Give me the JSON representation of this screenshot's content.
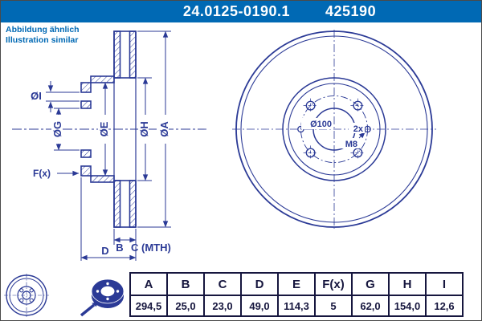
{
  "colors": {
    "header_bg": "#0069b4",
    "drawing_ink": "#2b3a96",
    "table_ink": "#16163e"
  },
  "header": {
    "part_number": "24.0125-0190.1",
    "article_number": "425190"
  },
  "note": {
    "line1": "Abbildung ähnlich",
    "line2": "Illustration similar"
  },
  "drawing": {
    "labels": {
      "dia_i": "ØI",
      "dia_g": "ØG",
      "dia_e": "ØE",
      "dia_h": "ØH",
      "dia_a": "ØA",
      "f_x": "F(x)",
      "b": "B",
      "c_mth": "C (MTH)",
      "d": "D",
      "bolt_circle": "Ø100",
      "thread": "M8",
      "thread_count": "2x"
    }
  },
  "table": {
    "headers": [
      "A",
      "B",
      "C",
      "D",
      "E",
      "F(x)",
      "G",
      "H",
      "I"
    ],
    "values": [
      "294,5",
      "25,0",
      "23,0",
      "49,0",
      "114,3",
      "5",
      "62,0",
      "154,0",
      "12,6"
    ]
  }
}
